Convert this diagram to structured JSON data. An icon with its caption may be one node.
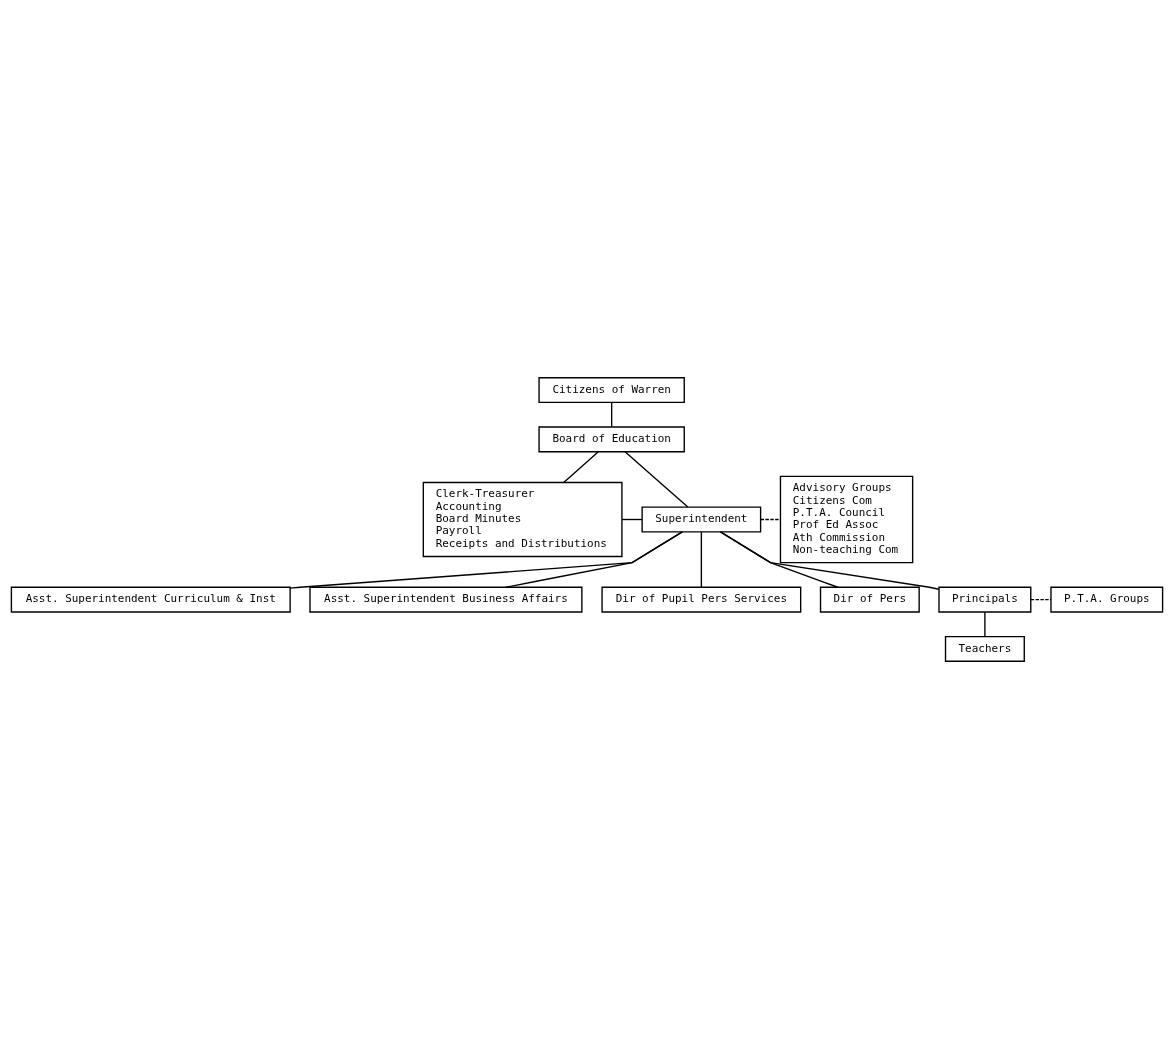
{
  "diagram": {
    "nodes": [
      {
        "text": [
          "Citizens of Warren"
        ]
      },
      {
        "text": [
          "Board of Education"
        ]
      },
      {
        "text": [
          "Advisory Groups",
          "Citizens Com",
          "P.T.A. Council",
          "Prof Ed Assoc",
          "Ath Commission",
          "Non-teaching Com"
        ]
      },
      {
        "text": [
          "Clerk-Treasurer",
          "Accounting",
          "Board Minutes",
          "Payroll",
          "Receipts and Distributions"
        ]
      },
      {
        "text": [
          "Superintendent"
        ]
      },
      {
        "text": [
          "Asst. Superintendent Curriculum & Inst"
        ]
      },
      {
        "text": [
          "Asst. Superintendent Business Affairs"
        ]
      },
      {
        "text": [
          "Dir of Pupil Pers Services"
        ]
      },
      {
        "text": [
          "Dir of Pers"
        ]
      },
      {
        "text": [
          "Principals"
        ]
      },
      {
        "text": [
          "P.T.A. Groups"
        ]
      },
      {
        "text": [
          "Teachers"
        ]
      }
    ],
    "edges": [
      {
        "from": 0,
        "to": 1,
        "arrow": "none"
      },
      {
        "from": 1,
        "to": 3,
        "arrow": "none"
      },
      {
        "from": 1,
        "to": 4,
        "arrow": "none"
      },
      {
        "from": 3,
        "to": 4,
        "arrow": "none"
      },
      {
        "from": 4,
        "to": 2,
        "arrow": "none",
        "style": "dashed"
      },
      {
        "from": 4,
        "to": 5,
        "arrow": "none"
      },
      {
        "from": 4,
        "to": 7,
        "arrow": "none"
      },
      {
        "from": 4,
        "to": 8,
        "arrow": "none"
      },
      {
        "from": 4,
        "to": 6,
        "arrow": "none"
      },
      {
        "from": 4,
        "to": 9,
        "arrow": "none"
      },
      {
        "from": 9,
        "to": 10,
        "arrow": "none",
        "style": "dashed"
      },
      {
        "from": 9,
        "to": 11,
        "arrow": "none"
      }
    ]
  }
}
